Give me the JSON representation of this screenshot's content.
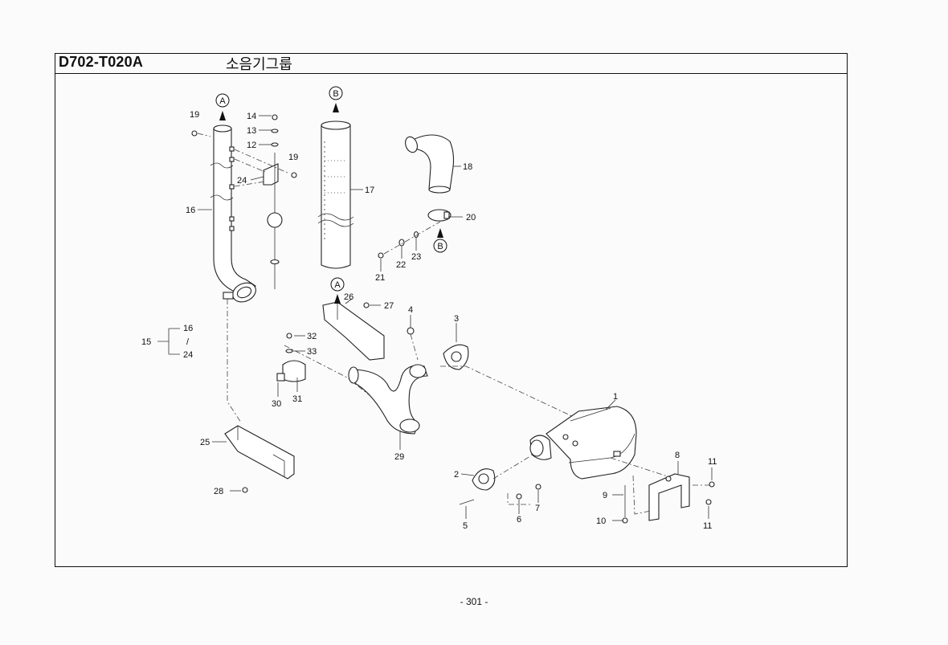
{
  "header": {
    "code": "D702-T020A",
    "title": "소음기그룹"
  },
  "footer": {
    "page": "- 301 -"
  },
  "diagram": {
    "callouts": {
      "n1": "1",
      "n2": "2",
      "n3": "3",
      "n4": "4",
      "n5": "5",
      "n6": "6",
      "n7": "7",
      "n8": "8",
      "n9": "9",
      "n10": "10",
      "n11a": "11",
      "n11b": "11",
      "n12": "12",
      "n13": "13",
      "n14": "14",
      "n15": "15",
      "n16a": "16",
      "n16b": "16",
      "n17": "17",
      "n18": "18",
      "n19a": "19",
      "n19b": "19",
      "n20": "20",
      "n21": "21",
      "n22": "22",
      "n23": "23",
      "n24a": "24",
      "n24b": "24",
      "n25": "25",
      "n26": "26",
      "n27": "27",
      "n28": "28",
      "n29": "29",
      "n30": "30",
      "n31": "31",
      "n32": "32",
      "n33": "33",
      "set_sep": "/"
    },
    "markers": {
      "a1": "A",
      "a2": "A",
      "b1": "B",
      "b2": "B"
    }
  }
}
